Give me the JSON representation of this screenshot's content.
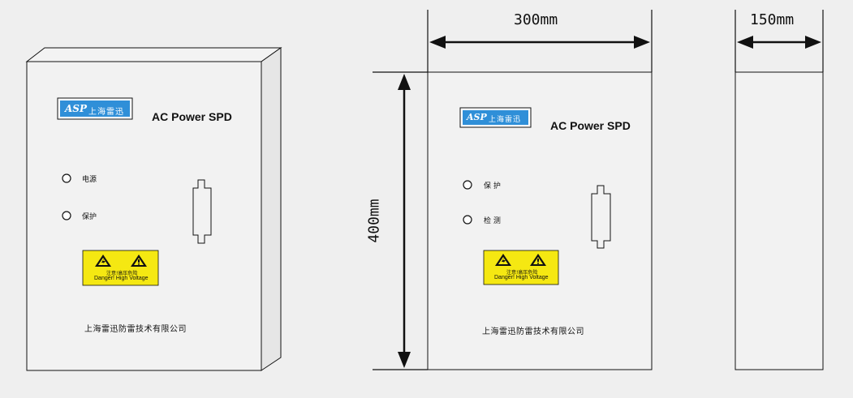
{
  "diagram": {
    "product_name": "AC Power SPD",
    "logo": {
      "mark": "ASP",
      "text": "上海雷迅"
    },
    "company_name": "上海雷迅防雷技术有限公司",
    "warning": {
      "cn": "注意!高压危险",
      "en": "Danger! High Voltage"
    },
    "perspective_box": {
      "indicators": [
        "电源",
        "保护"
      ]
    },
    "front_view": {
      "indicators": [
        "保 护",
        "检 测"
      ]
    },
    "dimensions": {
      "width": "300mm",
      "height": "400mm",
      "depth": "150mm"
    },
    "colors": {
      "background": "#efefef",
      "panel": "#f2f2f2",
      "logo_blue": "#2f8fd8",
      "warning_yellow": "#f5e812",
      "line": "#111111"
    }
  }
}
